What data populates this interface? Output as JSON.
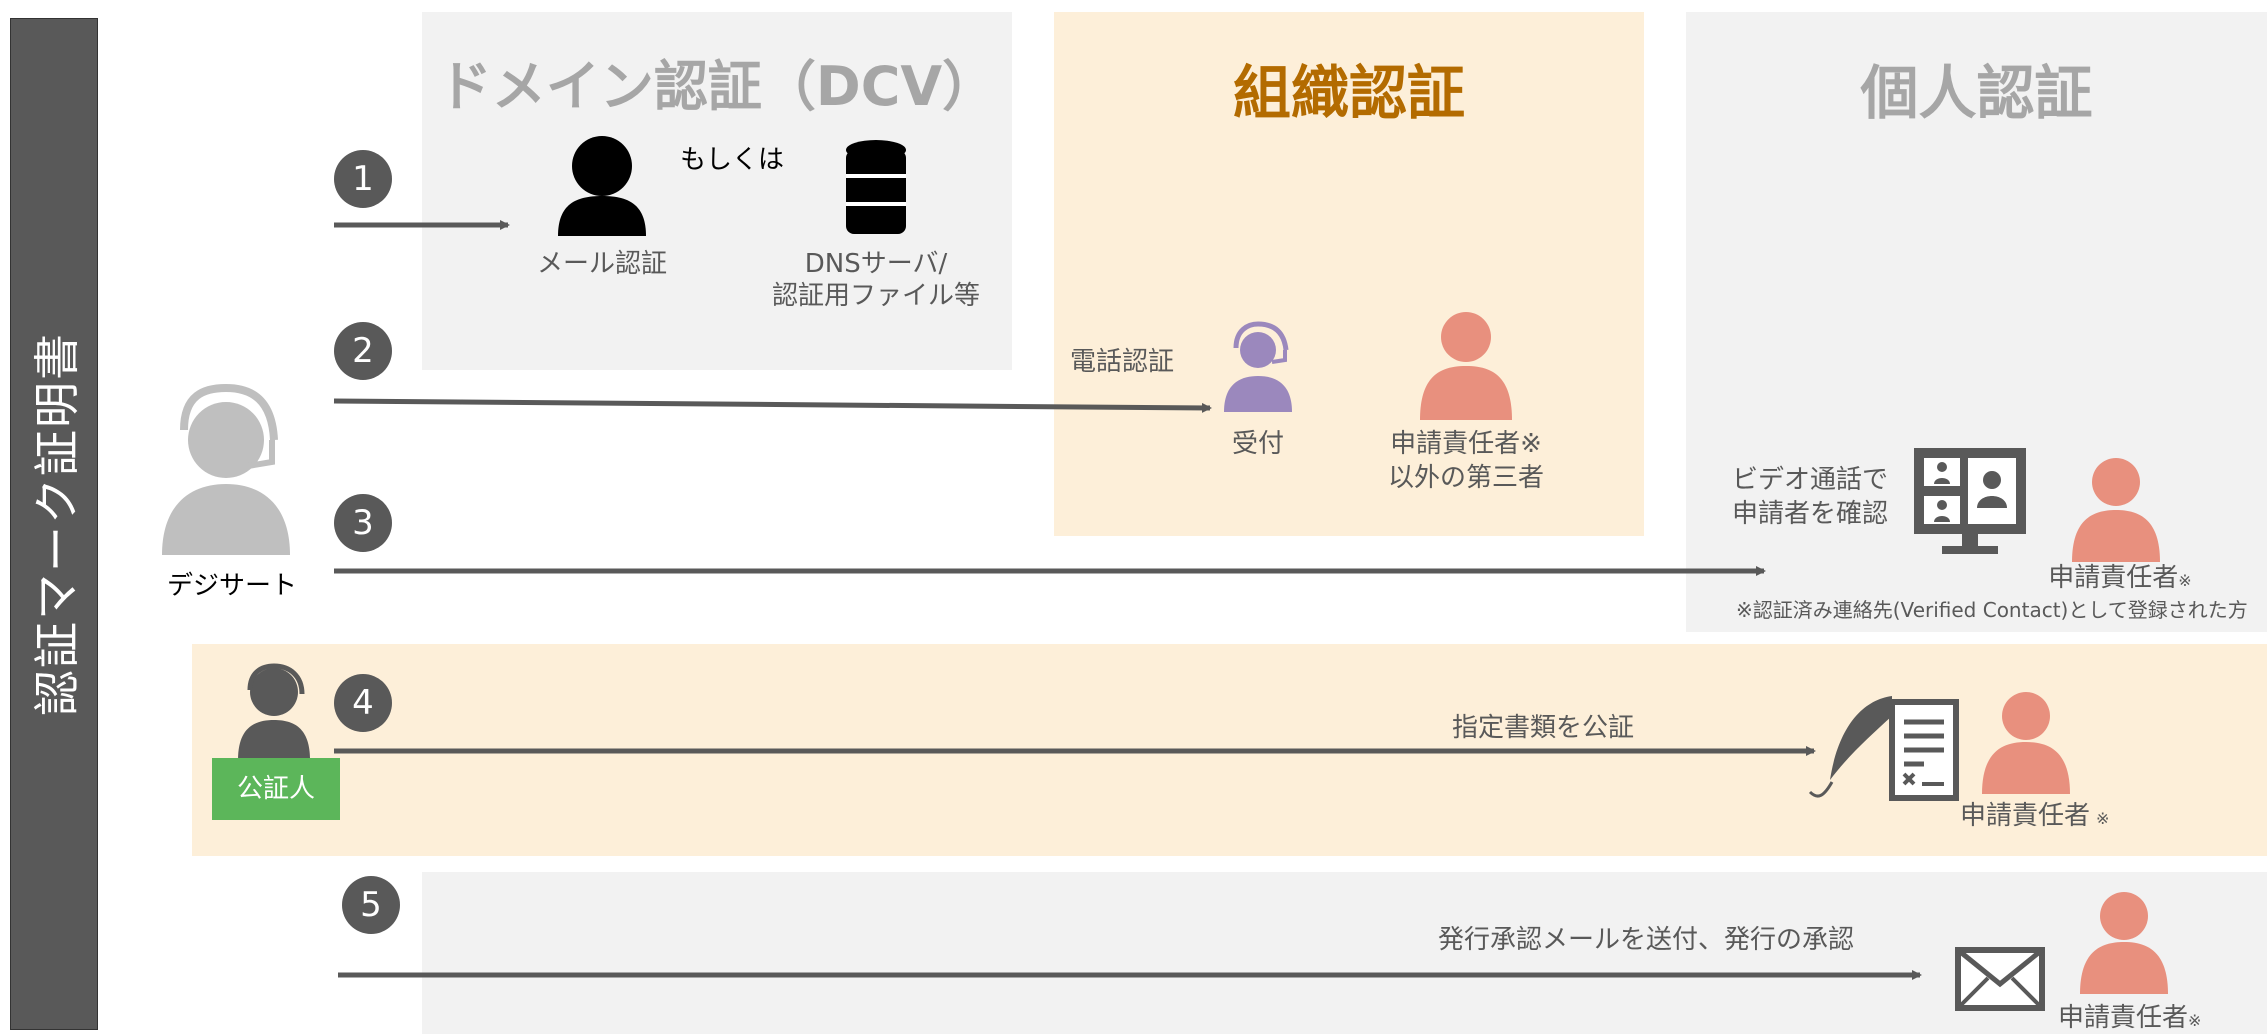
{
  "sidebar": {
    "title": "認証マーク証明書"
  },
  "panels": {
    "dcv_title": "ドメイン認証（DCV）",
    "org_title": "組織認証",
    "ind_title": "個人認証"
  },
  "steps": [
    "1",
    "2",
    "3",
    "4",
    "5"
  ],
  "dcv": {
    "or_text": "もしくは",
    "mail_label": "メール認証",
    "dns_label_1": "DNSサーバ/",
    "dns_label_2": "認証用ファイル等"
  },
  "org": {
    "phone_label": "電話認証",
    "reception_label": "受付",
    "third_party_1": "申請責任者※",
    "third_party_2": "以外の第三者"
  },
  "ind": {
    "video_1": "ビデオ通話で",
    "video_2": "申請者を確認",
    "applicant": "申請責任者",
    "mark": "※",
    "footnote": "※認証済み連絡先(Verified Contact)として登録された方"
  },
  "digicert_label": "デジサート",
  "notary": {
    "badge": "公証人",
    "action": "指定書類を公証",
    "applicant": "申請責任者",
    "mark": "※"
  },
  "approval": {
    "action": "発行承認メールを送付、発行の承認",
    "applicant": "申請責任者",
    "mark": "※"
  },
  "colors": {
    "sidebar": "#595959",
    "panel_gray": "#f2f2f2",
    "panel_peach": "#fdefd9",
    "org_title": "#b36b00",
    "person_salmon": "#e8907e",
    "reception_purple": "#9b88bd",
    "notary_green": "#5cb65a",
    "arrow": "#595959"
  }
}
